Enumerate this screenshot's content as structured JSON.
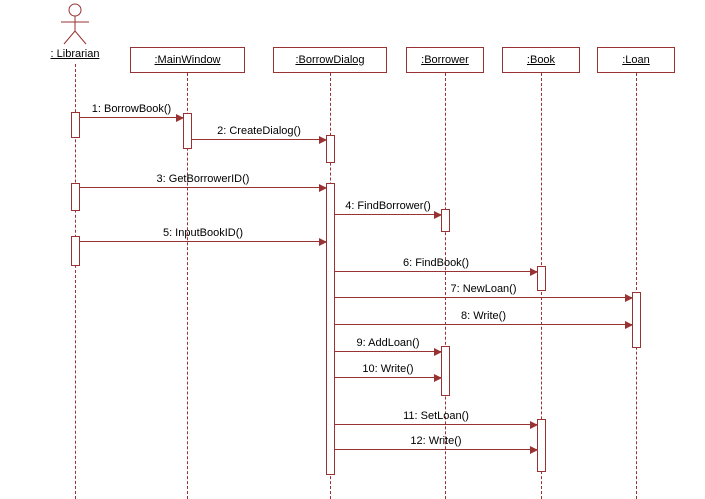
{
  "diagram": {
    "type": "uml-sequence",
    "actor": {
      "label": ": Librarian"
    },
    "objects": [
      {
        "label": ":MainWindow"
      },
      {
        "label": ":BorrowDialog"
      },
      {
        "label": ":Borrower"
      },
      {
        "label": ":Book"
      },
      {
        "label": ":Loan"
      }
    ],
    "messages": [
      {
        "label": "1: BorrowBook()",
        "from": ": Librarian",
        "to": ":MainWindow"
      },
      {
        "label": "2: CreateDialog()",
        "from": ":MainWindow",
        "to": ":BorrowDialog"
      },
      {
        "label": "3: GetBorrowerID()",
        "from": ": Librarian",
        "to": ":BorrowDialog"
      },
      {
        "label": "4: FindBorrower()",
        "from": ":BorrowDialog",
        "to": ":Borrower"
      },
      {
        "label": "5: InputBookID()",
        "from": ": Librarian",
        "to": ":BorrowDialog"
      },
      {
        "label": "6: FindBook()",
        "from": ":BorrowDialog",
        "to": ":Book"
      },
      {
        "label": "7: NewLoan()",
        "from": ":BorrowDialog",
        "to": ":Loan"
      },
      {
        "label": "8: Write()",
        "from": ":BorrowDialog",
        "to": ":Loan"
      },
      {
        "label": "9: AddLoan()",
        "from": ":BorrowDialog",
        "to": ":Borrower"
      },
      {
        "label": "10: Write()",
        "from": ":BorrowDialog",
        "to": ":Borrower"
      },
      {
        "label": "11: SetLoan()",
        "from": ":BorrowDialog",
        "to": ":Book"
      },
      {
        "label": "12: Write()",
        "from": ":BorrowDialog",
        "to": ":Book"
      }
    ],
    "colors": {
      "line": "#993333",
      "text": "#000000",
      "background": "#ffffff"
    }
  }
}
